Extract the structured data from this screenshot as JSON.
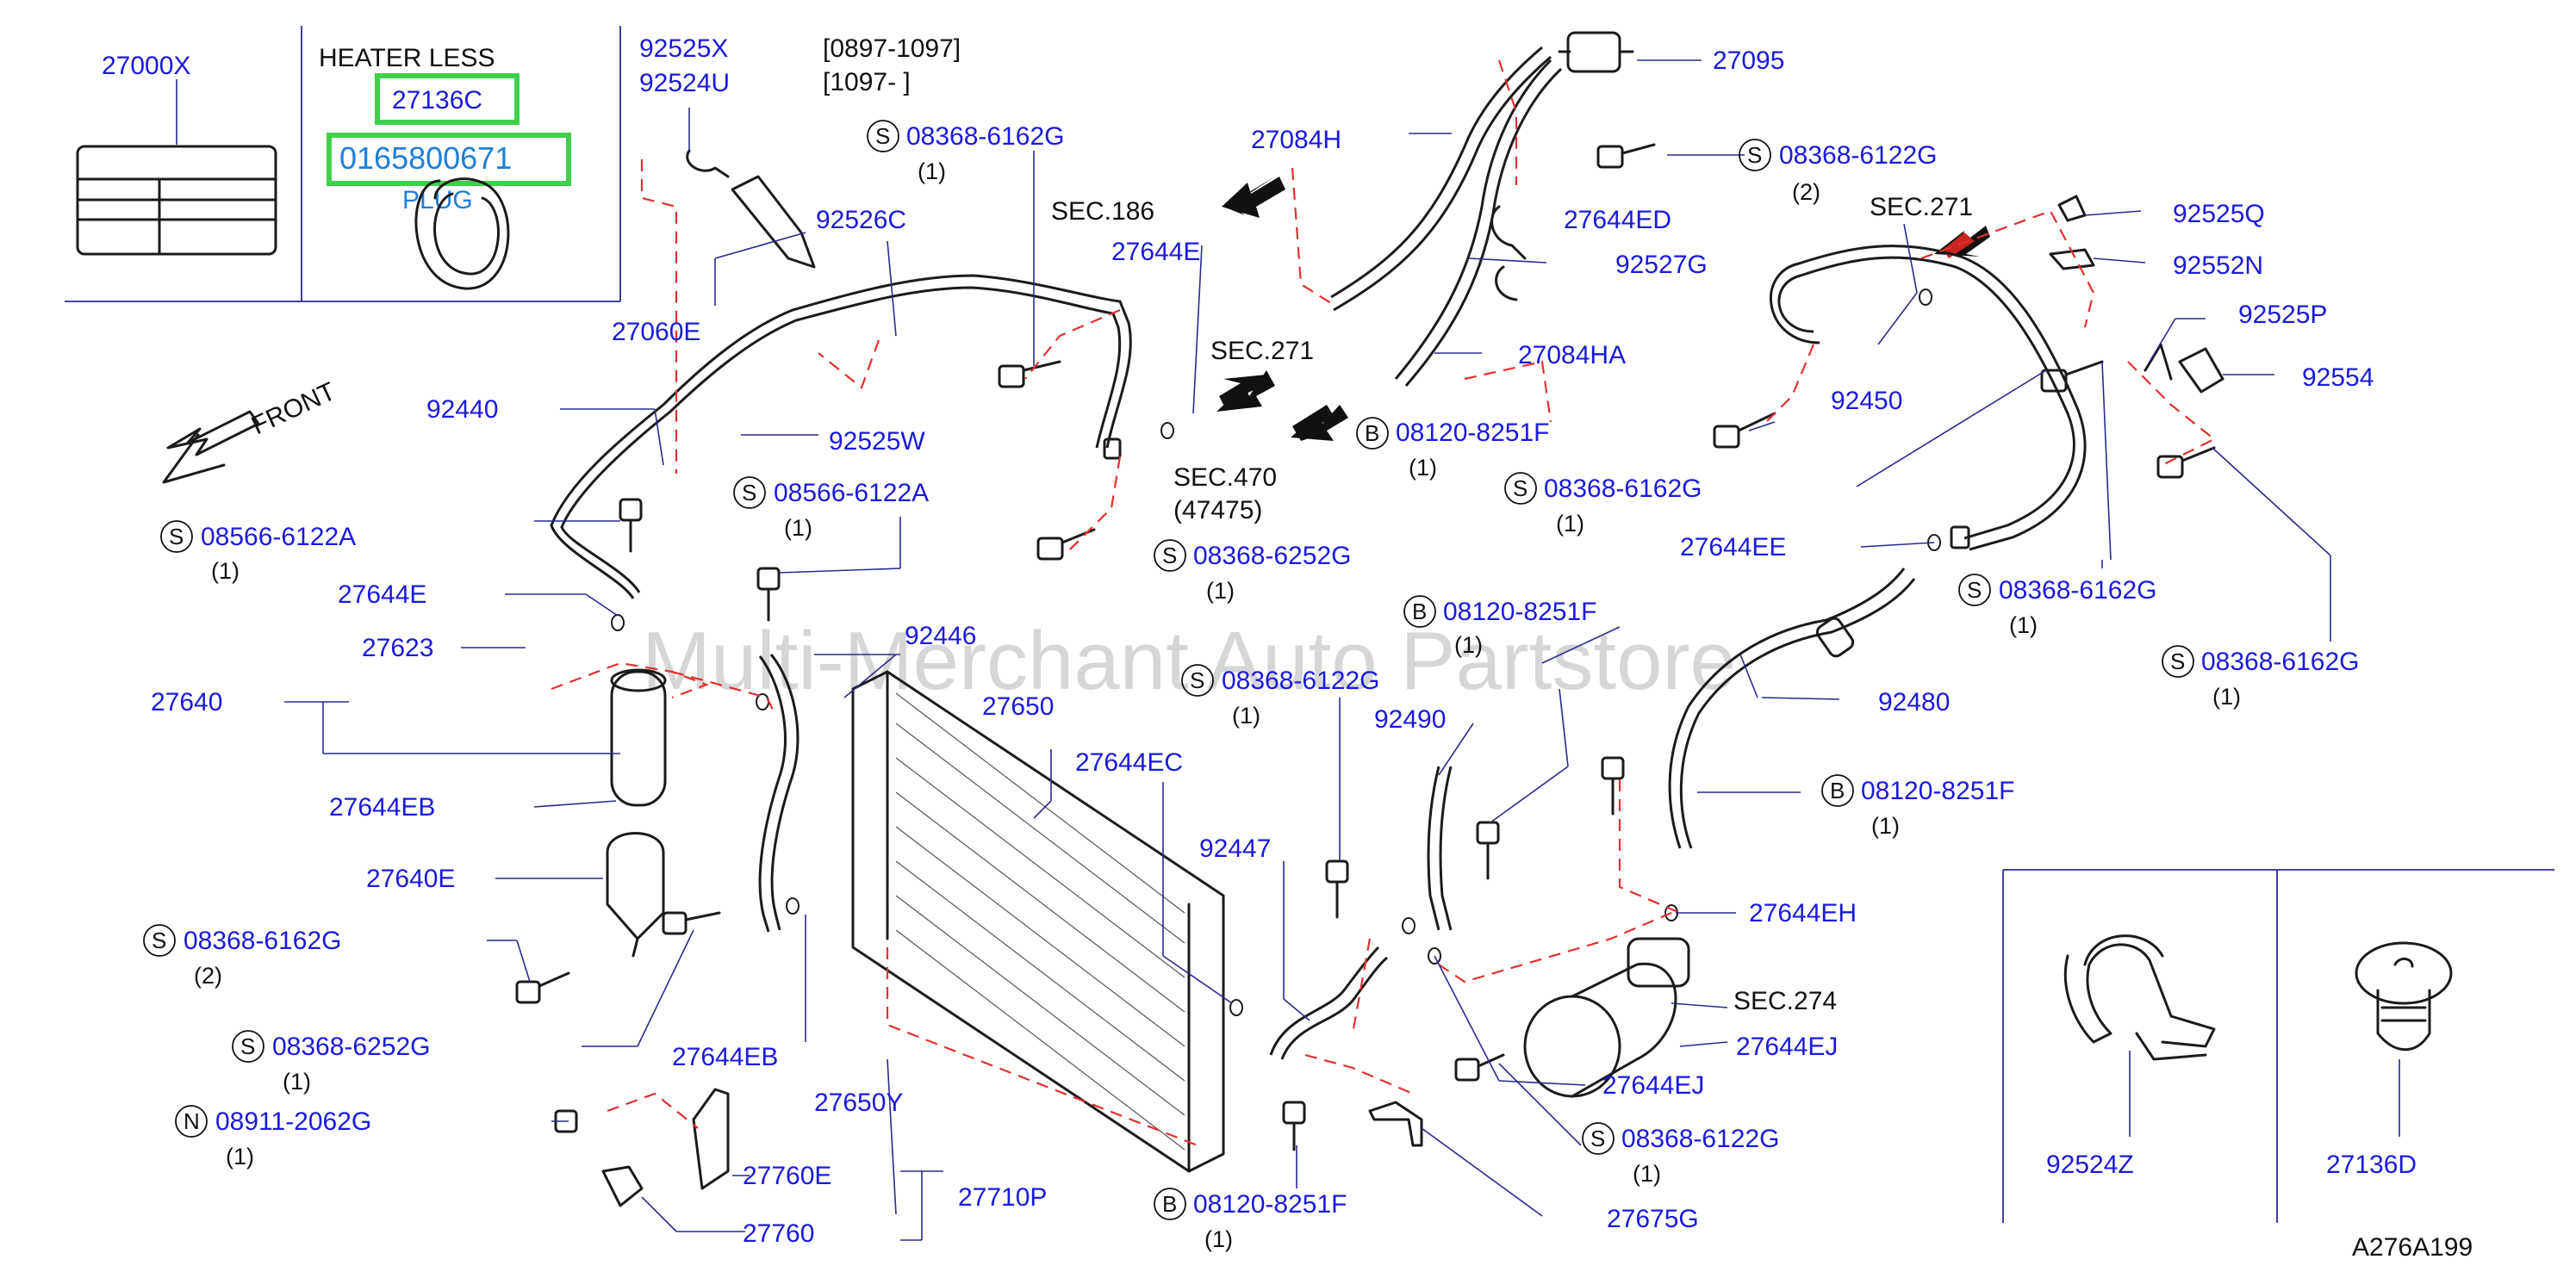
{
  "diagram": {
    "diagram_id": "A276A199",
    "watermark": "Multi-Merchant Auto Partstore",
    "header": {
      "heater_less": "HEATER  LESS",
      "date_range_1": "[0897-1097]",
      "date_range_2": "[1097-                    ]"
    },
    "highlight": {
      "part_1": "27136C",
      "part_2": "0165800671",
      "plug_label": "PLUG"
    },
    "direction": {
      "front": "FRONT"
    },
    "sections": {
      "sec186": "SEC.186",
      "sec271_a": "SEC.271",
      "sec271_b": "SEC.271",
      "sec470": "SEC.470",
      "sec470_sub": "(47475)",
      "sec274": "SEC.274"
    },
    "parts": {
      "p27000X": "27000X",
      "p92525X": "92525X",
      "p92524U": "92524U",
      "p92526C": "92526C",
      "p27060E": "27060E",
      "p92440": "92440",
      "p92525W": "92525W",
      "p27644E_a": "27644E",
      "p27644E_b": "27644E",
      "p27623": "27623",
      "p27640": "27640",
      "p92446": "92446",
      "p27644EB_a": "27644EB",
      "p27644EB_b": "27644EB",
      "p27640E": "27640E",
      "p27650": "27650",
      "p27644EC": "27644EC",
      "p27650Y": "27650Y",
      "p27760E": "27760E",
      "p27760": "27760",
      "p27710P": "27710P",
      "p92447": "92447",
      "p92490": "92490",
      "p27095": "27095",
      "p27084H": "27084H",
      "p27644ED": "27644ED",
      "p92527G": "92527G",
      "p27084HA": "27084HA",
      "p92525Q": "92525Q",
      "p92552N": "92552N",
      "p92525P": "92525P",
      "p92554": "92554",
      "p92450": "92450",
      "p27644EE": "27644EE",
      "p92480": "92480",
      "p27644EH": "27644EH",
      "p27644EJ_a": "27644EJ",
      "p27644EJ_b": "27644EJ",
      "p27675G": "27675G",
      "p92524Z": "92524Z",
      "p27136D": "27136D"
    },
    "fasteners": {
      "s08566_a": "08566-6122A",
      "s08566_a_qty": "(1)",
      "s08566_b": "08566-6122A",
      "s08566_b_qty": "(1)",
      "s08368_6162G_a": "08368-6162G",
      "s08368_6162G_a_qty": "(1)",
      "s08368_6162G_b": "08368-6162G",
      "s08368_6162G_b_qty": "(2)",
      "s08368_6162G_c": "08368-6162G",
      "s08368_6162G_c_qty": "(1)",
      "s08368_6162G_d": "08368-6162G",
      "s08368_6162G_d_qty": "(1)",
      "s08368_6162G_e": "08368-6162G",
      "s08368_6162G_e_qty": "(1)",
      "s08368_6252G_a": "08368-6252G",
      "s08368_6252G_a_qty": "(1)",
      "s08368_6252G_b": "08368-6252G",
      "s08368_6252G_b_qty": "(1)",
      "s08368_6122G_a": "08368-6122G",
      "s08368_6122G_a_qty": "(2)",
      "s08368_6122G_b": "08368-6122G",
      "s08368_6122G_b_qty": "(1)",
      "s08368_6122G_c": "08368-6122G",
      "s08368_6122G_c_qty": "(1)",
      "b08120_a": "08120-8251F",
      "b08120_a_qty": "(1)",
      "b08120_b": "08120-8251F",
      "b08120_b_qty": "(1)",
      "b08120_c": "08120-8251F",
      "b08120_c_qty": "(1)",
      "b08120_d": "08120-8251F",
      "b08120_d_qty": "(1)",
      "n08911": "08911-2062G",
      "n08911_qty": "(1)",
      "mark_s": "S",
      "mark_b": "B",
      "mark_n": "N"
    }
  }
}
